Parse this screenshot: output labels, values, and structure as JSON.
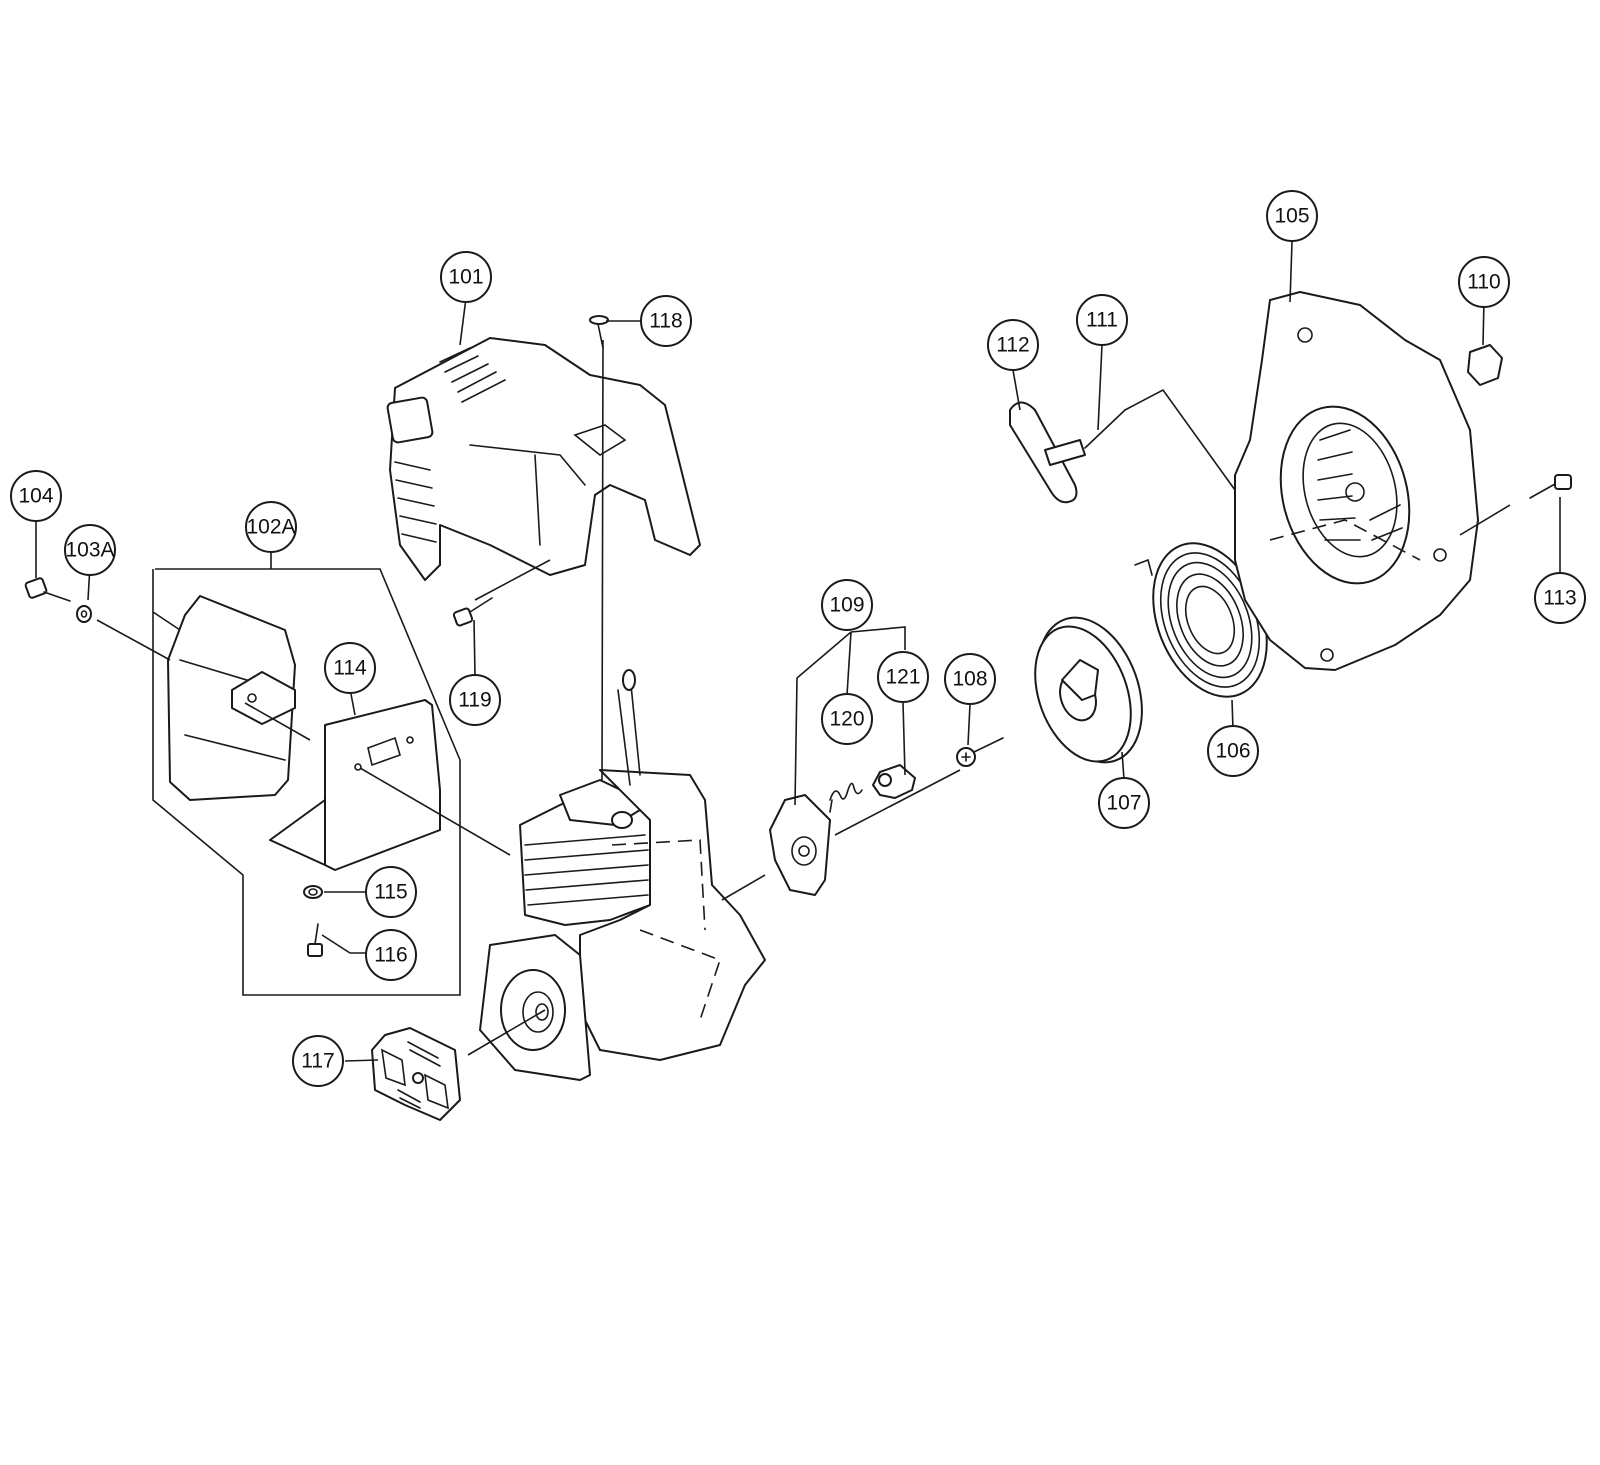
{
  "parts": [
    {
      "id": "part-101",
      "label": "101"
    },
    {
      "id": "part-102A",
      "label": "102A"
    },
    {
      "id": "part-103A",
      "label": "103A"
    },
    {
      "id": "part-104",
      "label": "104"
    },
    {
      "id": "part-105",
      "label": "105"
    },
    {
      "id": "part-106",
      "label": "106"
    },
    {
      "id": "part-107",
      "label": "107"
    },
    {
      "id": "part-108",
      "label": "108"
    },
    {
      "id": "part-109",
      "label": "109"
    },
    {
      "id": "part-110",
      "label": "110"
    },
    {
      "id": "part-111",
      "label": "111"
    },
    {
      "id": "part-112",
      "label": "112"
    },
    {
      "id": "part-113",
      "label": "113"
    },
    {
      "id": "part-114",
      "label": "114"
    },
    {
      "id": "part-115",
      "label": "115"
    },
    {
      "id": "part-116",
      "label": "116"
    },
    {
      "id": "part-117",
      "label": "117"
    },
    {
      "id": "part-118",
      "label": "118"
    },
    {
      "id": "part-119",
      "label": "119"
    },
    {
      "id": "part-120",
      "label": "120"
    },
    {
      "id": "part-121",
      "label": "121"
    }
  ]
}
